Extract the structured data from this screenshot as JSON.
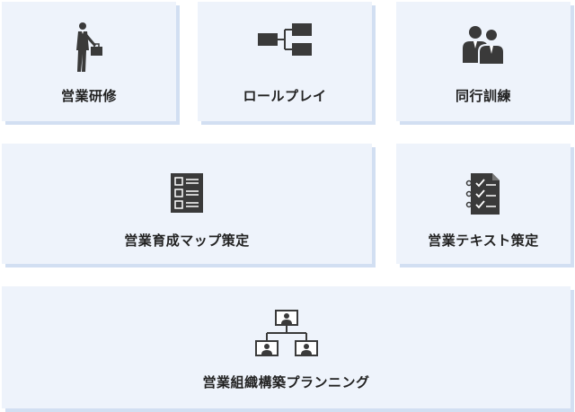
{
  "cards": [
    {
      "label": "営業研修",
      "icon": "businessman-briefcase-icon"
    },
    {
      "label": "ロールプレイ",
      "icon": "connection-diagram-icon"
    },
    {
      "label": "同行訓練",
      "icon": "two-people-icon"
    },
    {
      "label": "営業育成マップ策定",
      "icon": "checklist-icon"
    },
    {
      "label": "営業テキスト策定",
      "icon": "checked-document-icon"
    },
    {
      "label": "営業組織構築プランニング",
      "icon": "org-chart-icon"
    }
  ],
  "colors": {
    "card_bg": "#eef3fb",
    "card_shadow": "#d2dff2",
    "icon": "#3a3a3a",
    "text": "#222222"
  }
}
